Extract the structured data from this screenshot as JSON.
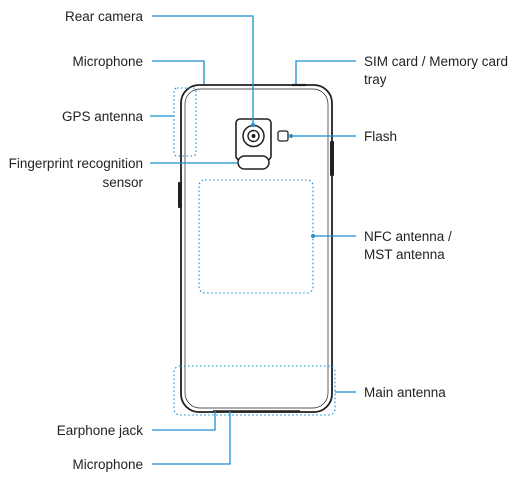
{
  "labels": {
    "rear_camera": "Rear camera",
    "microphone_top": "Microphone",
    "gps_antenna": "GPS antenna",
    "fingerprint_line1": "Fingerprint recognition",
    "fingerprint_line2": "sensor",
    "sim_line1": "SIM card / Memory card",
    "sim_line2": "tray",
    "flash": "Flash",
    "nfc_line1": "NFC antenna /",
    "nfc_line2": "MST antenna",
    "main_antenna": "Main antenna",
    "earphone_jack": "Earphone jack",
    "microphone_bottom": "Microphone"
  },
  "colors": {
    "leader": "#1b8fd2",
    "outline": "#231f20",
    "text": "#231f20"
  }
}
